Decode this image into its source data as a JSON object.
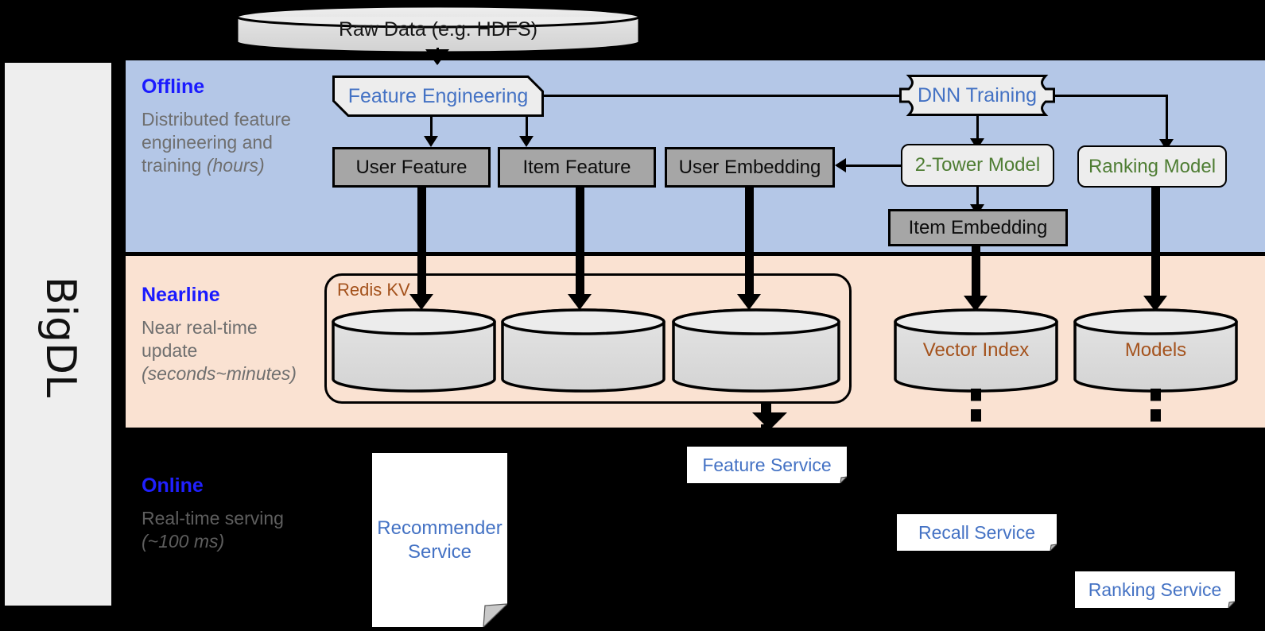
{
  "sidebar": {
    "label": "BigDL"
  },
  "bands": [
    {
      "key": "offline",
      "title": "Offline",
      "subtitle_plain": "Distributed feature engineering and training ",
      "subtitle_italic": "(hours)"
    },
    {
      "key": "nearline",
      "title": "Nearline",
      "subtitle_plain": "Near real-time update ",
      "subtitle_italic": "(seconds~minutes)"
    },
    {
      "key": "online",
      "title": "Online",
      "subtitle_plain": "Real-time serving ",
      "subtitle_italic": "(~100 ms)"
    }
  ],
  "source": {
    "raw_data_label": "Raw Data (e.g. HDFS)"
  },
  "offline": {
    "feature_engineering": "Feature Engineering",
    "dnn_training": "DNN Training",
    "user_feature": "User Feature",
    "item_feature": "Item Feature",
    "user_embedding": "User Embedding",
    "two_tower_model": "2-Tower Model",
    "ranking_model": "Ranking Model",
    "item_embedding": "Item Embedding"
  },
  "nearline": {
    "redis_kv": "Redis KV",
    "store_user_feature": "",
    "store_item_feature": "",
    "store_user_embedding": "",
    "vector_index": "Vector Index",
    "models": "Models"
  },
  "online": {
    "recommender_service": "Recommender Service",
    "feature_service": "Feature Service",
    "recall_service": "Recall Service",
    "ranking_service": "Ranking Service"
  },
  "colors": {
    "offline_band": "#b4c7e7",
    "nearline_band": "#fae2d2",
    "online_band": "#000000",
    "band_title": "#1a1aff",
    "band_subtitle": "#6f6f6f",
    "process_blue_text": "#4472c4",
    "process_green_text": "#4e7d33",
    "data_gray_fill": "#a6a6a6",
    "process_fill": "#ededed",
    "nearline_text": "#a4521c",
    "sidebar_fill": "#eeeeee",
    "cylinder_fill": "#d9d9d9"
  }
}
